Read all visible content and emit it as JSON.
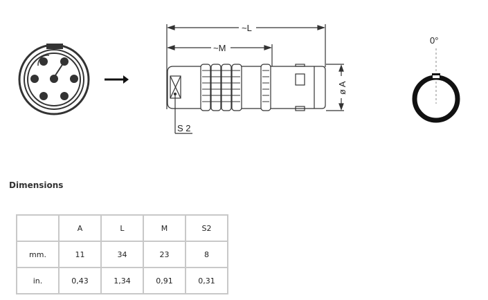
{
  "drawing": {
    "front_view": {
      "pins": 6,
      "arrow": "right-arrow"
    },
    "side_view": {
      "labels": {
        "L": "~L",
        "M": "~M",
        "A": "ø A",
        "S2": "S 2"
      }
    },
    "key_view": {
      "angle_label": "0°"
    }
  },
  "dimensions": {
    "title": "Dimensions",
    "headers": [
      "",
      "A",
      "L",
      "M",
      "S2"
    ],
    "rows": [
      {
        "unit": "mm.",
        "values": [
          "11",
          "34",
          "23",
          "8"
        ]
      },
      {
        "unit": "in.",
        "values": [
          "0,43",
          "1,34",
          "0,91",
          "0,31"
        ]
      }
    ]
  }
}
